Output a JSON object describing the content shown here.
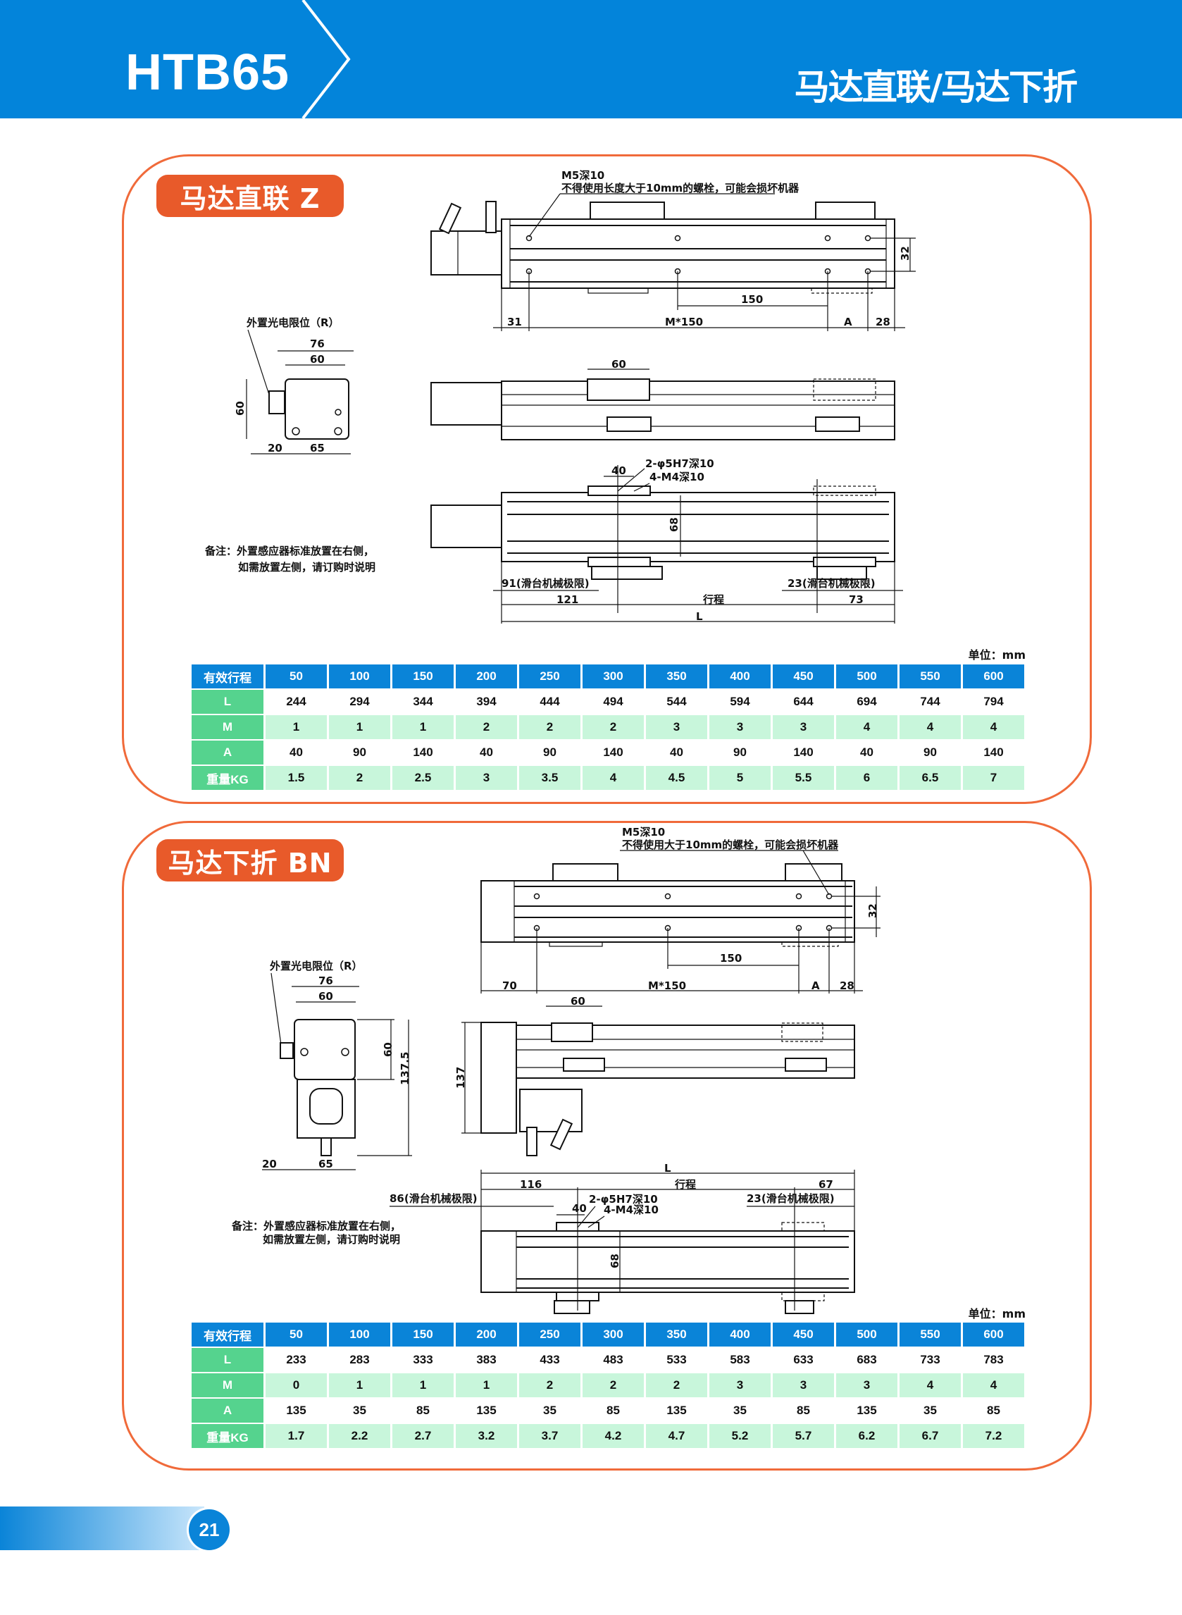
{
  "header": {
    "model": "HTB65",
    "title": "马达直联/马达下折"
  },
  "sections": [
    {
      "badge": "马达直联  Z",
      "top_view": {
        "m5": "M5深10",
        "bolt_note": "不得使用长度大于10mm的螺栓，可能会损坏机器",
        "d31": "31",
        "dm150": "M*150",
        "dA": "A",
        "d28": "28",
        "d150": "150",
        "d32": "32"
      },
      "side_view": {
        "label": "外置光电限位（R）",
        "d76": "76",
        "d60": "60",
        "d60v": "60",
        "d20": "20",
        "d65": "65"
      },
      "mid_view": {
        "d60": "60"
      },
      "bottom_view": {
        "pin": "2-φ5H7深10",
        "d40": "40",
        "m4": "4-M4深10",
        "d68": "68",
        "left_limit": "91(滑台机械极限)",
        "right_limit": "23(滑台机械极限)",
        "d121": "121",
        "stroke": "行程",
        "d73": "73",
        "dL": "L"
      },
      "remark": [
        "备注：外置感应器标准放置在右侧，",
        "如需放置左侧，请订购时说明"
      ],
      "unit": "单位：mm",
      "table": {
        "header_label": "有效行程",
        "strokes": [
          "50",
          "100",
          "150",
          "200",
          "250",
          "300",
          "350",
          "400",
          "450",
          "500",
          "550",
          "600"
        ],
        "rows": [
          {
            "label": "L",
            "values": [
              "244",
              "294",
              "344",
              "394",
              "444",
              "494",
              "544",
              "594",
              "644",
              "694",
              "744",
              "794"
            ]
          },
          {
            "label": "M",
            "values": [
              "1",
              "1",
              "1",
              "2",
              "2",
              "2",
              "3",
              "3",
              "3",
              "4",
              "4",
              "4"
            ]
          },
          {
            "label": "A",
            "values": [
              "40",
              "90",
              "140",
              "40",
              "90",
              "140",
              "40",
              "90",
              "140",
              "40",
              "90",
              "140"
            ]
          },
          {
            "label": "重量KG",
            "values": [
              "1.5",
              "2",
              "2.5",
              "3",
              "3.5",
              "4",
              "4.5",
              "5",
              "5.5",
              "6",
              "6.5",
              "7"
            ]
          }
        ]
      }
    },
    {
      "badge": "马达下折 BN",
      "top_view": {
        "m5": "M5深10",
        "bolt_note": "不得使用大于10mm的螺栓，可能会损坏机器",
        "d70": "70",
        "dm150": "M*150",
        "dA": "A",
        "d28": "28",
        "d150": "150",
        "d32": "32"
      },
      "side_view": {
        "label": "外置光电限位（R）",
        "d76": "76",
        "d60": "60",
        "d60v": "60",
        "d137_5": "137.5",
        "d20": "20",
        "d65": "65"
      },
      "mid_view": {
        "d60": "60",
        "d137": "137"
      },
      "bottom_view": {
        "dL": "L",
        "d116": "116",
        "stroke": "行程",
        "d67": "67",
        "left_limit": "86(滑台机械极限)",
        "right_limit": "23(滑台机械极限)",
        "pin": "2-φ5H7深10",
        "d40": "40",
        "m4": "4-M4深10",
        "d68": "68"
      },
      "remark": [
        "备注：外置感应器标准放置在右侧，",
        "如需放置左侧，请订购时说明"
      ],
      "unit": "单位：mm",
      "table": {
        "header_label": "有效行程",
        "strokes": [
          "50",
          "100",
          "150",
          "200",
          "250",
          "300",
          "350",
          "400",
          "450",
          "500",
          "550",
          "600"
        ],
        "rows": [
          {
            "label": "L",
            "values": [
              "233",
              "283",
              "333",
              "383",
              "433",
              "483",
              "533",
              "583",
              "633",
              "683",
              "733",
              "783"
            ]
          },
          {
            "label": "M",
            "values": [
              "0",
              "1",
              "1",
              "1",
              "2",
              "2",
              "2",
              "3",
              "3",
              "3",
              "4",
              "4"
            ]
          },
          {
            "label": "A",
            "values": [
              "135",
              "35",
              "85",
              "135",
              "35",
              "85",
              "135",
              "35",
              "85",
              "135",
              "35",
              "85"
            ]
          },
          {
            "label": "重量KG",
            "values": [
              "1.7",
              "2.2",
              "2.7",
              "3.2",
              "3.7",
              "4.2",
              "4.7",
              "5.2",
              "5.7",
              "6.2",
              "6.7",
              "7.2"
            ]
          }
        ]
      }
    }
  ],
  "footer": {
    "page": "21"
  },
  "colors": {
    "brand_blue": "#0384DA",
    "accent_orange": "#E85A2A",
    "table_green": "#55D38E",
    "row_green": "#C8F6DB"
  }
}
